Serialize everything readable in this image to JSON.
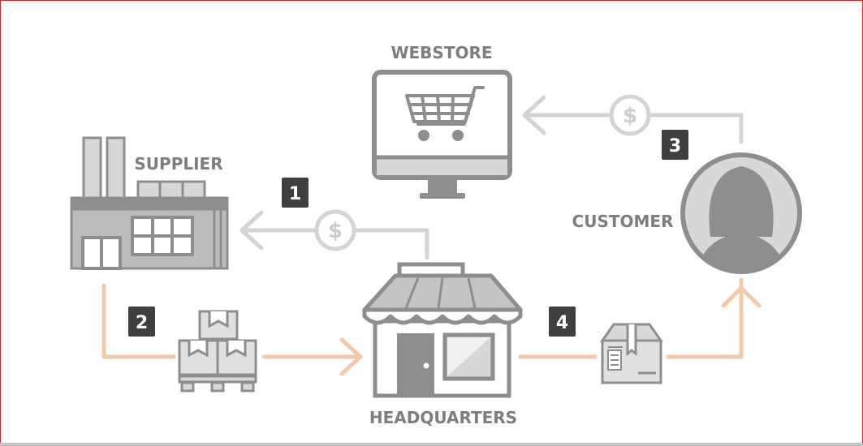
{
  "labels": {
    "webstore": "WEBSTORE",
    "supplier": "SUPPLIER",
    "customer": "CUSTOMER",
    "headquarters": "HEADQUARTERS"
  },
  "steps": [
    "1",
    "2",
    "3",
    "4"
  ],
  "payment_symbol": "$",
  "colors": {
    "icon_dark": "#8e8e8e",
    "icon_light": "#d8d8d8",
    "payment_flow": "#d4d4d4",
    "goods_flow": "#f2c9a9",
    "badge": "#3f3f3f",
    "label": "#7e7e7e",
    "frame": "#d9252a"
  },
  "icons": {
    "webstore": "monitor-cart-icon",
    "supplier": "factory-icon",
    "headquarters": "storefront-icon",
    "customer": "person-avatar-icon",
    "goods_pallet": "pallet-boxes-icon",
    "parcel": "parcel-box-icon",
    "payment": "dollar-coin-icon"
  }
}
